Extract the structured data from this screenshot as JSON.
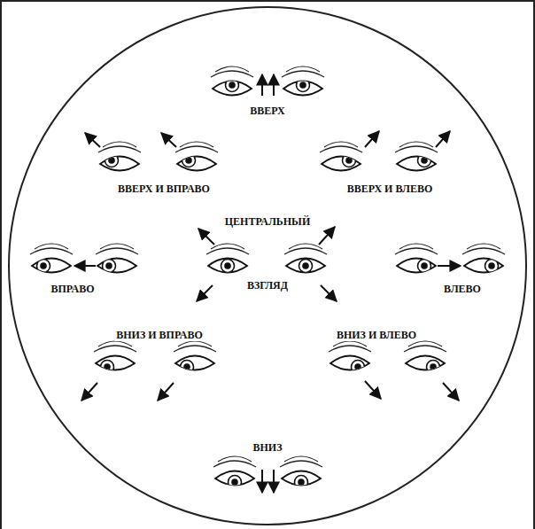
{
  "diagram": {
    "labels": [
      "ВВЕРХ",
      "ВВЕРХ И ВПРАВО",
      "ВВЕРХ И ВЛЕВО",
      "ЦЕНТРАЛЬНЫЙ",
      "ВПРАВО",
      "ВЗГЛЯД",
      "ВЛЕВО",
      "ВНИЗ И ВПРАВО",
      "ВНИЗ И ВЛЕВО",
      "ВНИЗ"
    ]
  }
}
